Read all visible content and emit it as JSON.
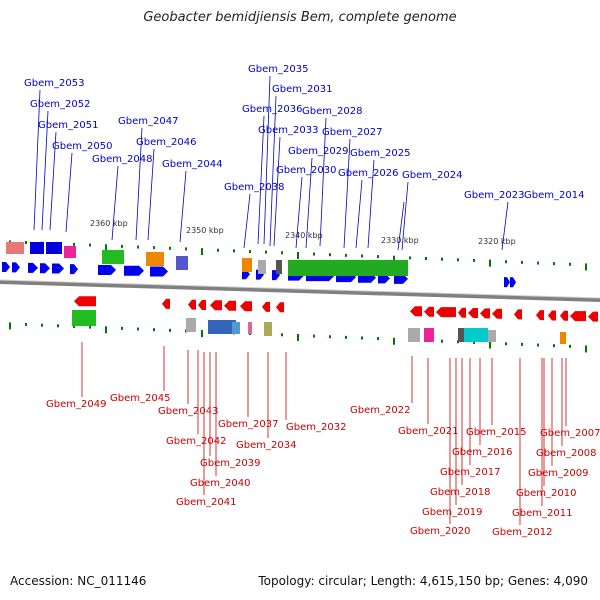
{
  "title": "Geobacter bemidjiensis Bem, complete genome",
  "footer": {
    "accession": "Accession: NC_011146",
    "topology": "Topology: circular; Length: 4,615,150 bp; Genes: 4,090"
  },
  "colors": {
    "forward_label": "#0000cc",
    "reverse_label": "#cc0000",
    "forward_gene": "#0000ee",
    "reverse_gene": "#ee0000",
    "tick": "#007700",
    "axis": "#808080"
  },
  "scale_labels": [
    "2360 kbp",
    "2350 kbp",
    "2340 kbp",
    "2330 kbp",
    "2320 kbp"
  ],
  "forward_labels": [
    "Gbem_2053",
    "Gbem_2052",
    "Gbem_2051",
    "Gbem_2050",
    "Gbem_2048",
    "Gbem_2047",
    "Gbem_2046",
    "Gbem_2044",
    "Gbem_2035",
    "Gbem_2031",
    "Gbem_2036",
    "Gbem_2028",
    "Gbem_2033",
    "Gbem_2027",
    "Gbem_2029",
    "Gbem_2025",
    "Gbem_2038",
    "Gbem_2030",
    "Gbem_2026",
    "Gbem_2024",
    "Gbem_2023",
    "Gbem_2014"
  ],
  "reverse_labels": [
    "Gbem_2049",
    "Gbem_2045",
    "Gbem_2043",
    "Gbem_2042",
    "Gbem_2037",
    "Gbem_2039",
    "Gbem_2034",
    "Gbem_2040",
    "Gbem_2041",
    "Gbem_2032",
    "Gbem_2022",
    "Gbem_2021",
    "Gbem_2015",
    "Gbem_2016",
    "Gbem_2017",
    "Gbem_2018",
    "Gbem_2019",
    "Gbem_2020",
    "Gbem_2007",
    "Gbem_2008",
    "Gbem_2009",
    "Gbem_2010",
    "Gbem_2011",
    "Gbem_2012"
  ]
}
